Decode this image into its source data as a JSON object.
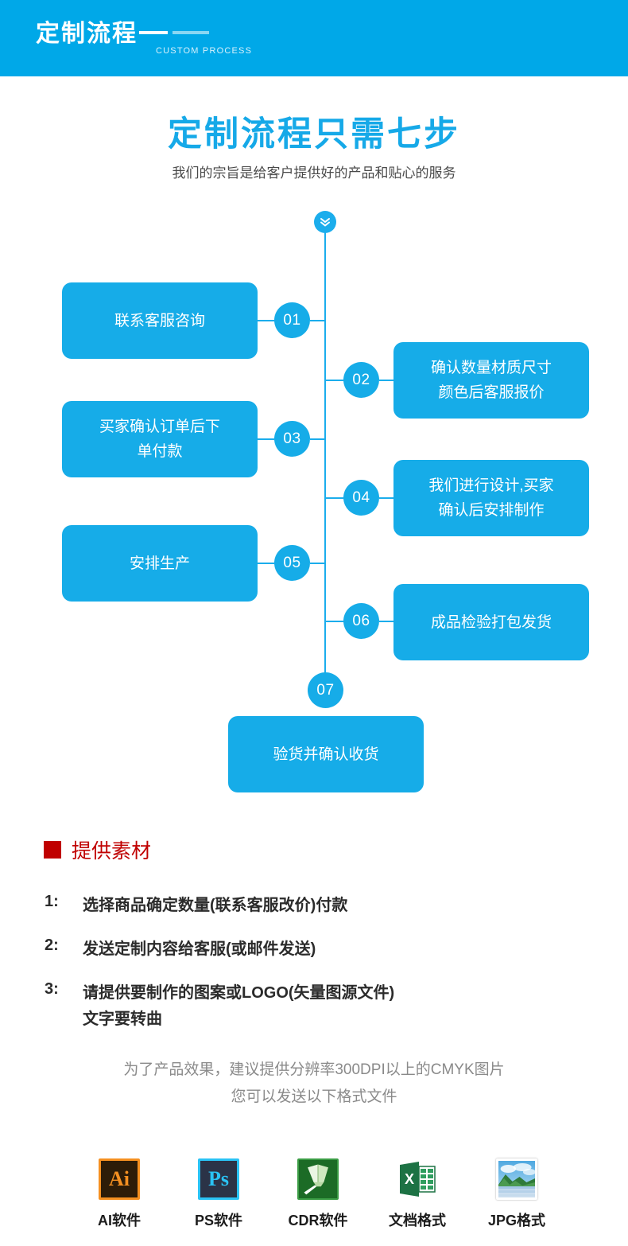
{
  "header": {
    "title": "定制流程",
    "subtitle": "CUSTOM PROCESS",
    "bg_color": "#00a8e8"
  },
  "hero": {
    "title": "定制流程只需七步",
    "subtitle": "我们的宗旨是给客户提供好的产品和贴心的服务",
    "title_color": "#16a9e8"
  },
  "flow": {
    "arrow_icon": "double-chevron-down-icon",
    "accent_color": "#16ace8",
    "steps": [
      {
        "number": "01",
        "label": "联系客服咨询",
        "side": "left"
      },
      {
        "number": "02",
        "label": "确认数量材质尺寸\n颜色后客服报价",
        "side": "right"
      },
      {
        "number": "03",
        "label": "买家确认订单后下\n单付款",
        "side": "left"
      },
      {
        "number": "04",
        "label": "我们进行设计,买家\n确认后安排制作",
        "side": "right"
      },
      {
        "number": "05",
        "label": "安排生产",
        "side": "left"
      },
      {
        "number": "06",
        "label": "成品检验打包发货",
        "side": "right"
      },
      {
        "number": "07",
        "label": "验货并确认收货",
        "side": "center"
      }
    ]
  },
  "materials": {
    "heading": "提供素材",
    "heading_color": "#c00000",
    "bullet_icon": "square-bullet-icon",
    "items": [
      {
        "num": "1:",
        "text": "选择商品确定数量(联系客服改价)付款"
      },
      {
        "num": "2:",
        "text": "发送定制内容给客服(或邮件发送)"
      },
      {
        "num": "3:",
        "text": "请提供要制作的图案或LOGO(矢量图源文件)\n文字要转曲"
      }
    ],
    "note_line1": "为了产品效果，建议提供分辨率300DPI以上的CMYK图片",
    "note_line2": "您可以发送以下格式文件"
  },
  "formats": [
    {
      "icon": "adobe-illustrator-icon",
      "glyph": "Ai",
      "label": "AI软件"
    },
    {
      "icon": "adobe-photoshop-icon",
      "glyph": "Ps",
      "label": "PS软件"
    },
    {
      "icon": "coreldraw-icon",
      "glyph": "",
      "label": "CDR软件"
    },
    {
      "icon": "excel-document-icon",
      "glyph": "X",
      "label": "文档格式"
    },
    {
      "icon": "jpg-photo-icon",
      "glyph": "",
      "label": "JPG格式"
    }
  ]
}
